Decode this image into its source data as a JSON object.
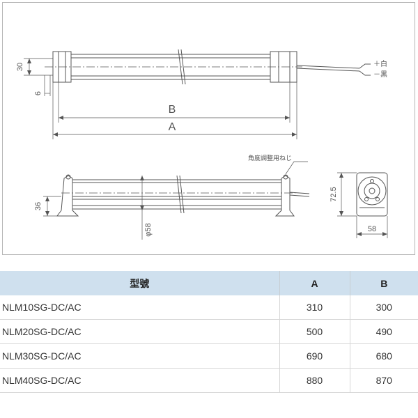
{
  "drawing": {
    "top_view": {
      "height_dim": "30",
      "offset_dim": "6",
      "dim_b": "B",
      "dim_a": "A",
      "wire_plus": "＋白",
      "wire_minus": "－黒"
    },
    "side_view": {
      "adjust_screw_note": "角度調整用ねじ",
      "height_dim": "36",
      "diameter_dim": "φ58"
    },
    "end_view": {
      "height_dim": "72.5",
      "width_dim": "58"
    }
  },
  "table": {
    "headers": [
      "型號",
      "A",
      "B"
    ],
    "rows": [
      {
        "model": "NLM10SG-DC/AC",
        "a": "310",
        "b": "300"
      },
      {
        "model": "NLM20SG-DC/AC",
        "a": "500",
        "b": "490"
      },
      {
        "model": "NLM30SG-DC/AC",
        "a": "690",
        "b": "680"
      },
      {
        "model": "NLM40SG-DC/AC",
        "a": "880",
        "b": "870"
      }
    ]
  }
}
